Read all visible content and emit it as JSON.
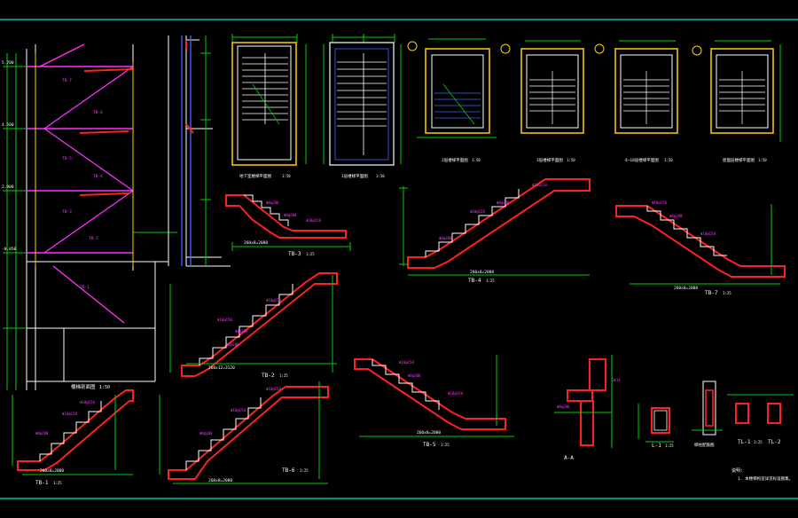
{
  "colors": {
    "background": "#000000",
    "border": "#00e5e5",
    "dimension": "#00d000",
    "outline": "#ffffff",
    "rebar": "#ff2020",
    "annotation": "#ff30ff",
    "axis": "#ffd000",
    "grid": "#4060ff"
  },
  "plans": {
    "plan1": {
      "title": "地下室楼梯平面图",
      "scale": "1:50"
    },
    "plan2": {
      "title": "1层楼梯平面图",
      "scale": "1:50"
    },
    "plan3": {
      "title": "2层楼梯平面图",
      "scale": "1:50"
    },
    "plan4": {
      "title": "3层楼梯平面图",
      "scale": "1:50"
    },
    "plan5": {
      "title": "4~18层楼梯平面图",
      "scale": "1:50"
    },
    "plan6": {
      "title": "屋面层楼梯平面图",
      "scale": "1:50"
    }
  },
  "section": {
    "title": "楼梯剖面图",
    "scale": "1:50"
  },
  "flights": {
    "tb3": {
      "label": "TB-3",
      "scale": "1:25",
      "dim": "260x8=2080"
    },
    "tb4": {
      "label": "TB-4",
      "scale": "1:25",
      "dim": "260x8=2080"
    },
    "tb7": {
      "label": "TB-7",
      "scale": "1:25",
      "dim": "260x8=2080"
    },
    "tb2": {
      "label": "TB-2",
      "scale": "1:25",
      "dim": "260x12=3120"
    },
    "tb5": {
      "label": "TB-5",
      "scale": "1:25",
      "dim": "260x8=2080"
    },
    "tb1": {
      "label": "TB-1",
      "scale": "1:25",
      "dim": "260x8=2080"
    },
    "tb6": {
      "label": "TB-6",
      "scale": "1:25",
      "dim": "260x8=2080"
    }
  },
  "details": {
    "aa": {
      "label": "A-A"
    },
    "l1": {
      "label": "L-1",
      "scale": "1:25"
    },
    "tl1": {
      "label": "TL-1",
      "scale": "1:25"
    },
    "tl2": {
      "label": "TL-2"
    },
    "tz": {
      "label": "梯柱配筋图"
    }
  },
  "notes": {
    "heading": "说明:",
    "line1": "1. 本楼梯构造详见标准图集。"
  }
}
